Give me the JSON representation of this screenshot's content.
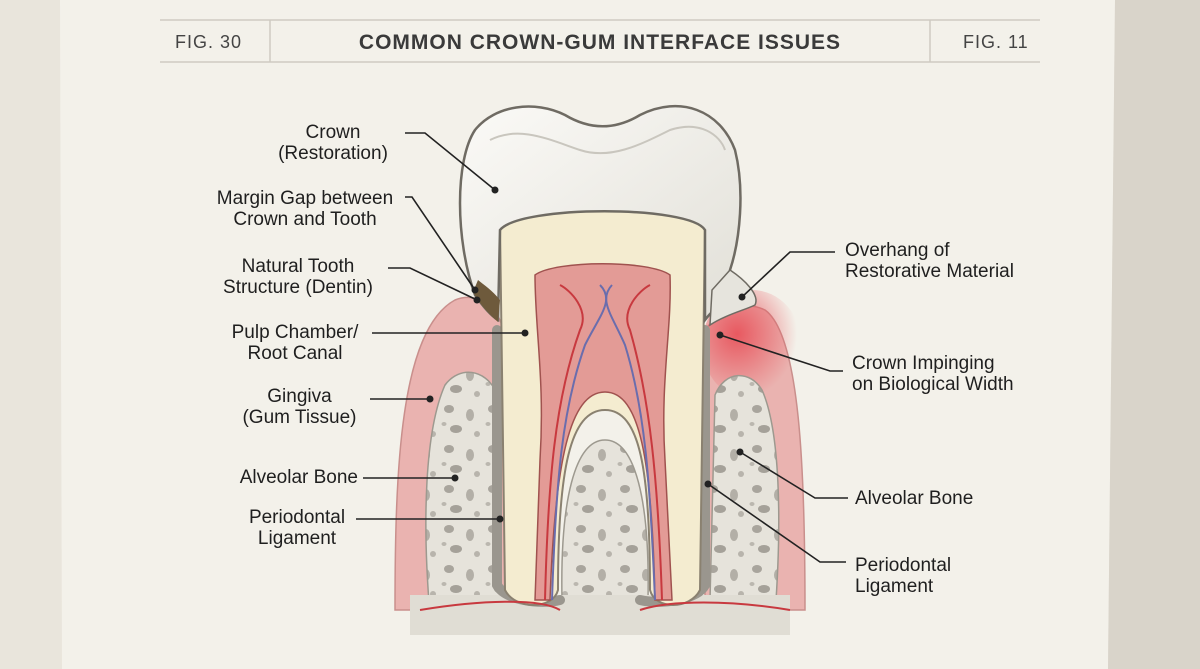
{
  "header": {
    "fig_left": "FIG. 30",
    "title": "COMMON CROWN-GUM INTERFACE ISSUES",
    "fig_right": "FIG. 11"
  },
  "labels": {
    "crown": [
      "Crown",
      "(Restoration)"
    ],
    "margin_gap": [
      "Margin Gap between",
      "Crown and Tooth"
    ],
    "natural_tooth": [
      "Natural Tooth",
      "Structure (Dentin)"
    ],
    "pulp": [
      "Pulp Chamber/",
      "Root Canal"
    ],
    "gingiva": [
      "Gingiva",
      "(Gum Tissue)"
    ],
    "alveolar_left": [
      "Alveolar Bone"
    ],
    "periodontal_left": [
      "Periodontal",
      "Ligament"
    ],
    "overhang": [
      "Overhang of",
      "Restorative Material"
    ],
    "impinging": [
      "Crown Impinging",
      "on Biological Width"
    ],
    "alveolar_right": [
      "Alveolar Bone"
    ],
    "periodontal_right": [
      "Periodontal",
      "Ligament"
    ]
  },
  "colors": {
    "paper": "#f3f1ea",
    "gum": "#e9a7a5",
    "gum_highlight": "#e8545c",
    "bone": "#e4e1d8",
    "dentin": "#f4ebcc",
    "pulp": "#dd8e8a",
    "vessel": "#c8393f",
    "crown": "#f3f2ee"
  }
}
